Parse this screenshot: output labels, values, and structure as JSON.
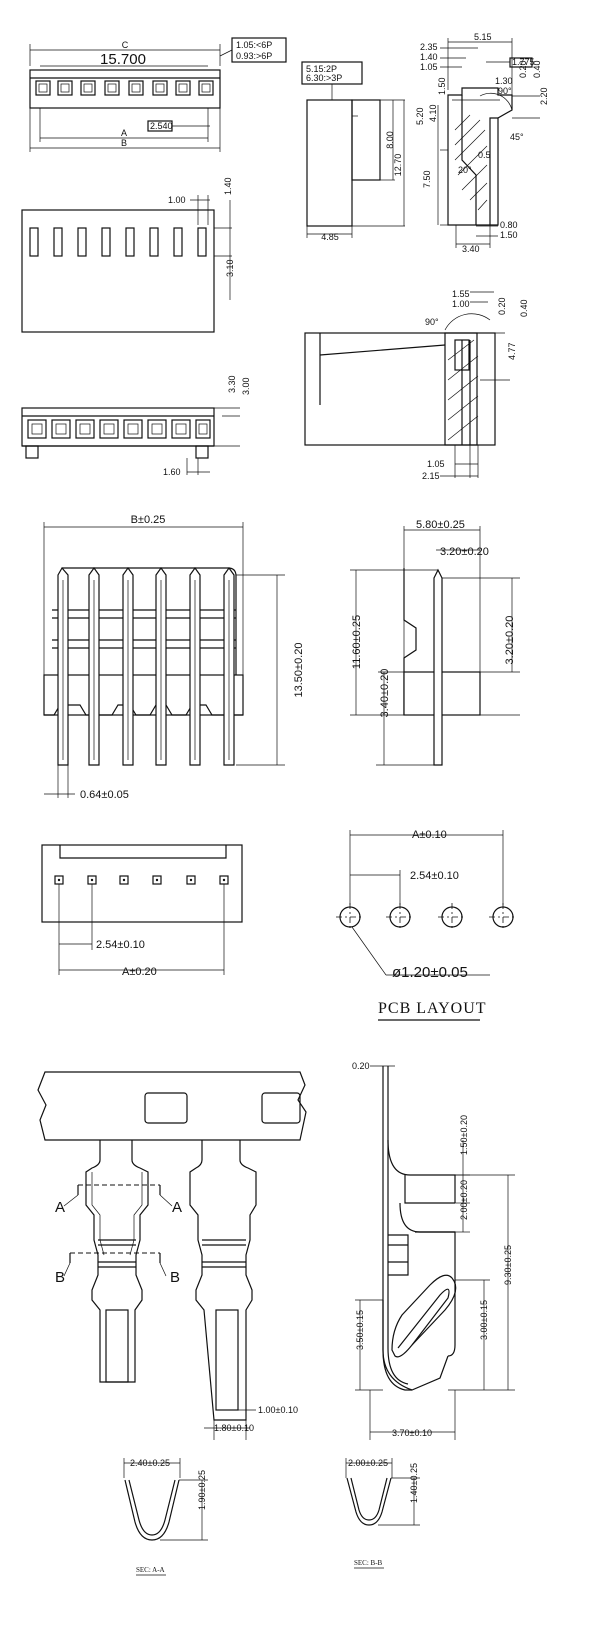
{
  "top_front": {
    "dim_c": "C",
    "dim_pitch_total": "15.700",
    "dim_a": "A",
    "dim_b": "B",
    "pitch_box": "2.540",
    "note_box": [
      "1.05:<6P",
      "0.93:>6P"
    ]
  },
  "top_side": {
    "note_box": [
      "5.15:2P",
      "6.30:>3P"
    ],
    "dim_8": "8.00",
    "dim_12": "12.70",
    "dim_485": "4.85"
  },
  "top_section": {
    "dim_515": "5.15",
    "dim_235": "2.35",
    "dim_140": "1.40",
    "dim_105": "1.05",
    "box_1775": "1.775",
    "dim_130": "1.30",
    "dim_90": "90°",
    "dim_020": "0.20",
    "dim_040": "0.40",
    "dim_220": "2.20",
    "dim_150": "1.50",
    "dim_45": "45°",
    "dim_520": "5.20",
    "dim_410": "4.10",
    "dim_20": "20°",
    "dim_05": "0.5",
    "dim_750": "7.50",
    "dim_080": "0.80",
    "dim_150b": "1.50",
    "dim_340": "3.40"
  },
  "top_view2": {
    "dim_100": "1.00",
    "dim_140": "1.40",
    "dim_310": "3.10"
  },
  "top_section2": {
    "dim_155": "1.55",
    "dim_100": "1.00",
    "dim_020": "0.20",
    "dim_040": "0.40",
    "dim_90": "90°",
    "dim_477": "4.77",
    "dim_105": "1.05",
    "dim_215": "2.15"
  },
  "top_bottom": {
    "dim_330": "3.30",
    "dim_300": "3.00",
    "dim_160": "1.60"
  },
  "header_front": {
    "dim_b": "B±0.25",
    "dim_1350": "13.50±0.20",
    "dim_064": "0.64±0.05"
  },
  "header_side": {
    "dim_580": "5.80±0.25",
    "dim_320a": "3.20±0.20",
    "dim_1160": "11.60±0.25",
    "dim_320b": "3.20±0.20",
    "dim_340": "3.40±0.20"
  },
  "header_top": {
    "dim_254": "2.54±0.10",
    "dim_a": "A±0.20"
  },
  "pcb_layout": {
    "dim_a": "A±0.10",
    "dim_254": "2.54±0.10",
    "dim_hole": "ø1.20±0.05",
    "title": "PCB LAYOUT"
  },
  "terminal_front": {
    "label_a": "A",
    "label_b": "B",
    "dim_180": "1.80±0.10",
    "dim_100": "1.00±0.10"
  },
  "terminal_side": {
    "dim_020": "0.20",
    "dim_150": "1.50±0.20",
    "dim_200": "2.00±0.20",
    "dim_930": "9.30±0.25",
    "dim_350": "3.50±0.15",
    "dim_300": "3.00±0.15",
    "dim_370": "3.70±0.10"
  },
  "section_aa": {
    "dim_240": "2.40±0.25",
    "dim_190": "1.90±0.25",
    "label": "SEC: A-A"
  },
  "section_bb": {
    "dim_200": "2.00±0.25",
    "dim_140": "1.40±0.25",
    "label": "SEC: B-B"
  }
}
